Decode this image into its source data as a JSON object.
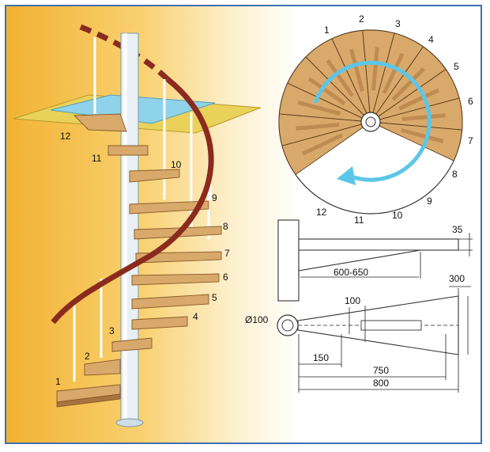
{
  "colors": {
    "wood": "#d9a96b",
    "wood_dark": "#a8743f",
    "rail": "#8b2a1e",
    "pole": "#e8f0f5",
    "floor": "#e9d25a",
    "opening": "#8fd3ea",
    "arrow": "#5cc6e8",
    "frame": "#3f6fb0"
  },
  "stair_step_labels": [
    "1",
    "2",
    "3",
    "4",
    "5",
    "6",
    "7",
    "8",
    "9",
    "10",
    "11",
    "12"
  ],
  "plan_step_labels": [
    "1",
    "2",
    "3",
    "4",
    "5",
    "6",
    "7",
    "8",
    "9",
    "10",
    "11",
    "12"
  ],
  "dimensions": {
    "thickness": "35",
    "tread_length": "600-650",
    "outer_width": "300",
    "inner_width": "100",
    "pole_diameter": "Ø100",
    "d150": "150",
    "d750": "750",
    "d800": "800"
  }
}
